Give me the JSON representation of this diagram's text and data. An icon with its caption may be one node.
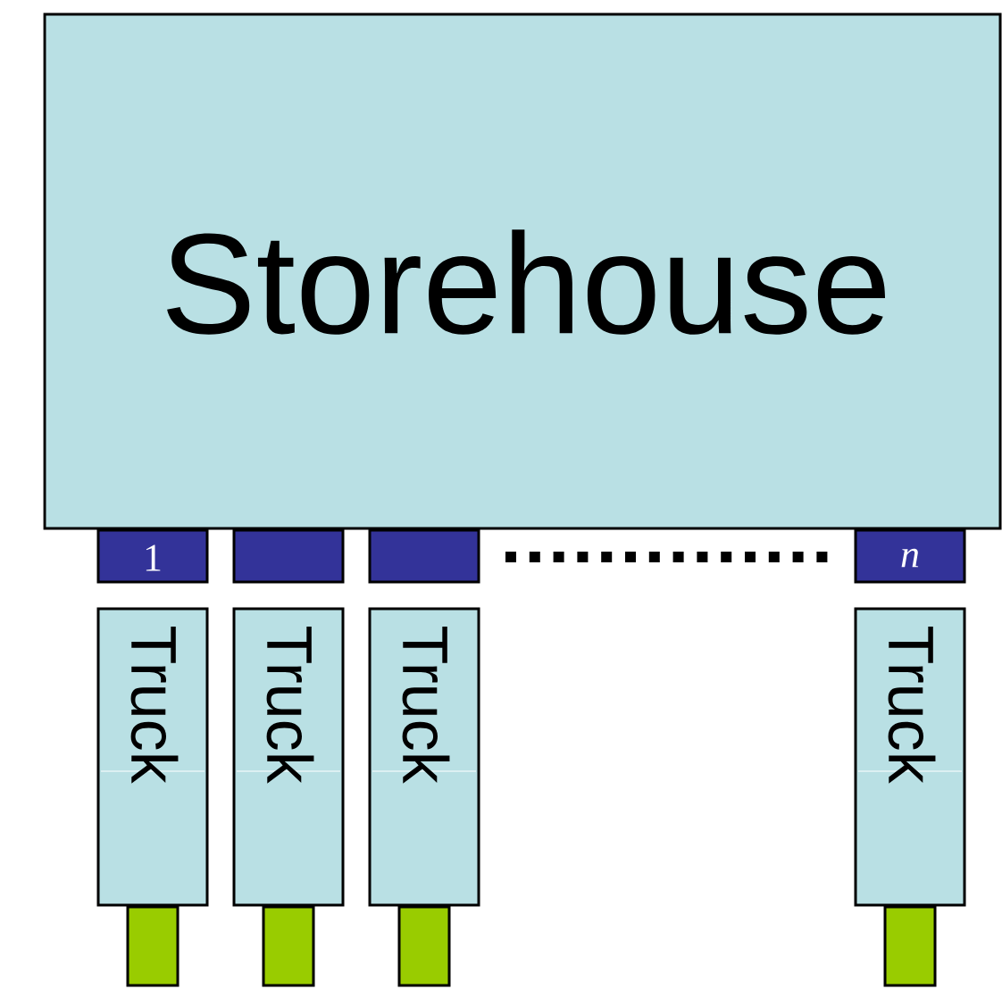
{
  "diagram": {
    "nodes": [
      {
        "text": [
          "Storehouse"
        ]
      },
      {
        "text": [
          "1"
        ]
      },
      {
        "text": [],
        "shape": "box"
      },
      {
        "text": [],
        "shape": "box"
      },
      {
        "text": [
          "*n*"
        ]
      },
      {
        "text": [
          "Truck"
        ]
      },
      {
        "text": [
          "Truck"
        ]
      },
      {
        "text": [
          "Truck"
        ]
      },
      {
        "text": [
          "Truck"
        ]
      }
    ]
  }
}
